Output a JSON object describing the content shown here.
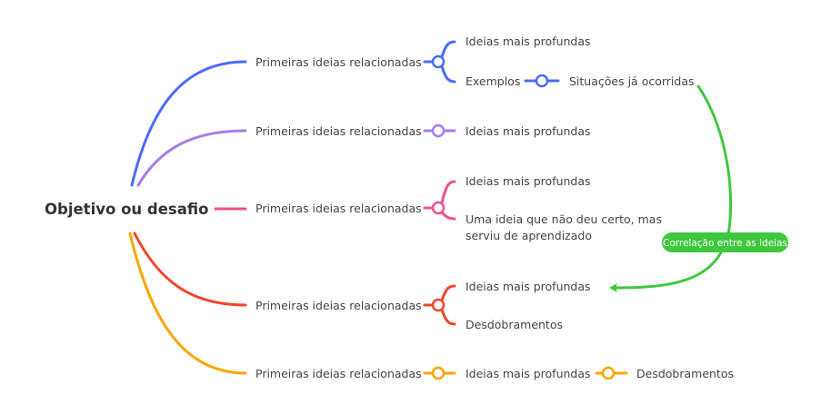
{
  "root": {
    "label": "Objetivo ou desafio"
  },
  "colors": {
    "blue": "#4a6cf7",
    "purple": "#a77ce8",
    "pink": "#f0508a",
    "red": "#f1462a",
    "orange": "#f5a800",
    "green": "#3dc83d"
  },
  "branches": [
    {
      "label": "Primeiras ideias relacionadas",
      "children": [
        "Ideias mais profundas",
        "Exemplos"
      ],
      "grandchild": "Situações já ocorridas"
    },
    {
      "label": "Primeiras ideias relacionadas",
      "children": [
        "Ideias mais profundas"
      ]
    },
    {
      "label": "Primeiras ideias relacionadas",
      "children": [
        "Ideias mais profundas",
        "Uma ideia que não deu certo, mas",
        "serviu de aprendizado"
      ]
    },
    {
      "label": "Primeiras ideias relacionadas",
      "children": [
        "Ideias mais profundas",
        "Desdobramentos"
      ]
    },
    {
      "label": "Primeiras ideias relacionadas",
      "children": [
        "Ideias mais profundas"
      ],
      "grandchild": "Desdobramentos"
    }
  ],
  "relationship": {
    "label": "Correlação entre as ideias"
  }
}
